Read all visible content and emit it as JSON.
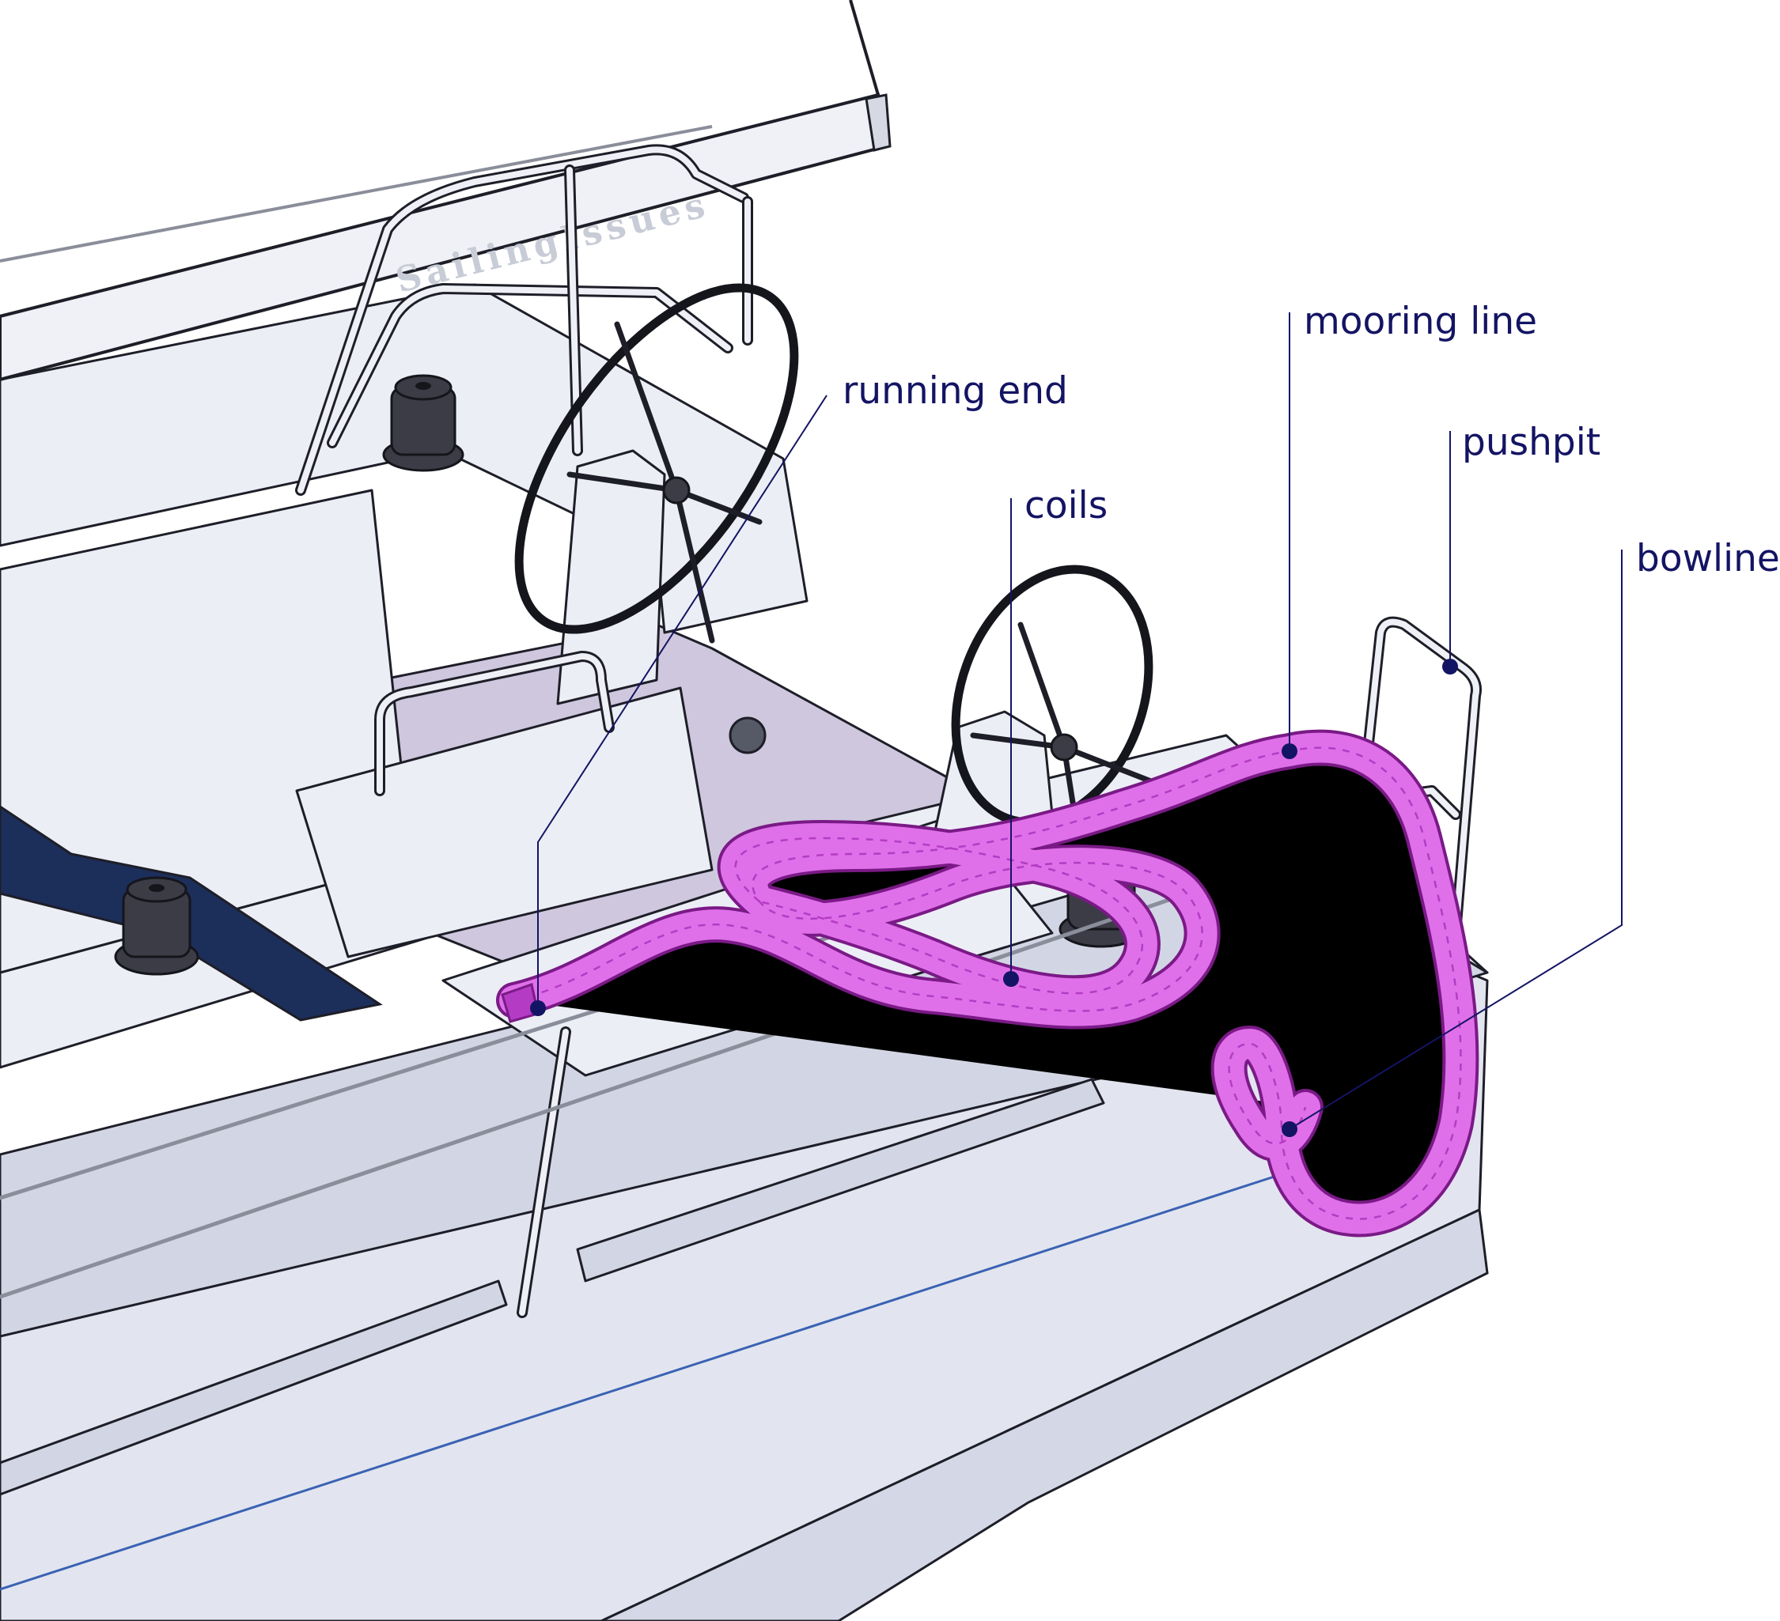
{
  "diagram": {
    "watermark": "SailingIssues",
    "labels": {
      "running_end": "running end",
      "coils": "coils",
      "mooring_line": "mooring line",
      "pushpit": "pushpit",
      "bowline": "bowline"
    },
    "colors": {
      "rope": "#e070ea",
      "label_text": "#141464",
      "hull": "#e2e5ef",
      "cockpit_floor": "#cfc7de",
      "navy_panel": "#1c2e5a",
      "waterline": "#3a62b4"
    }
  }
}
